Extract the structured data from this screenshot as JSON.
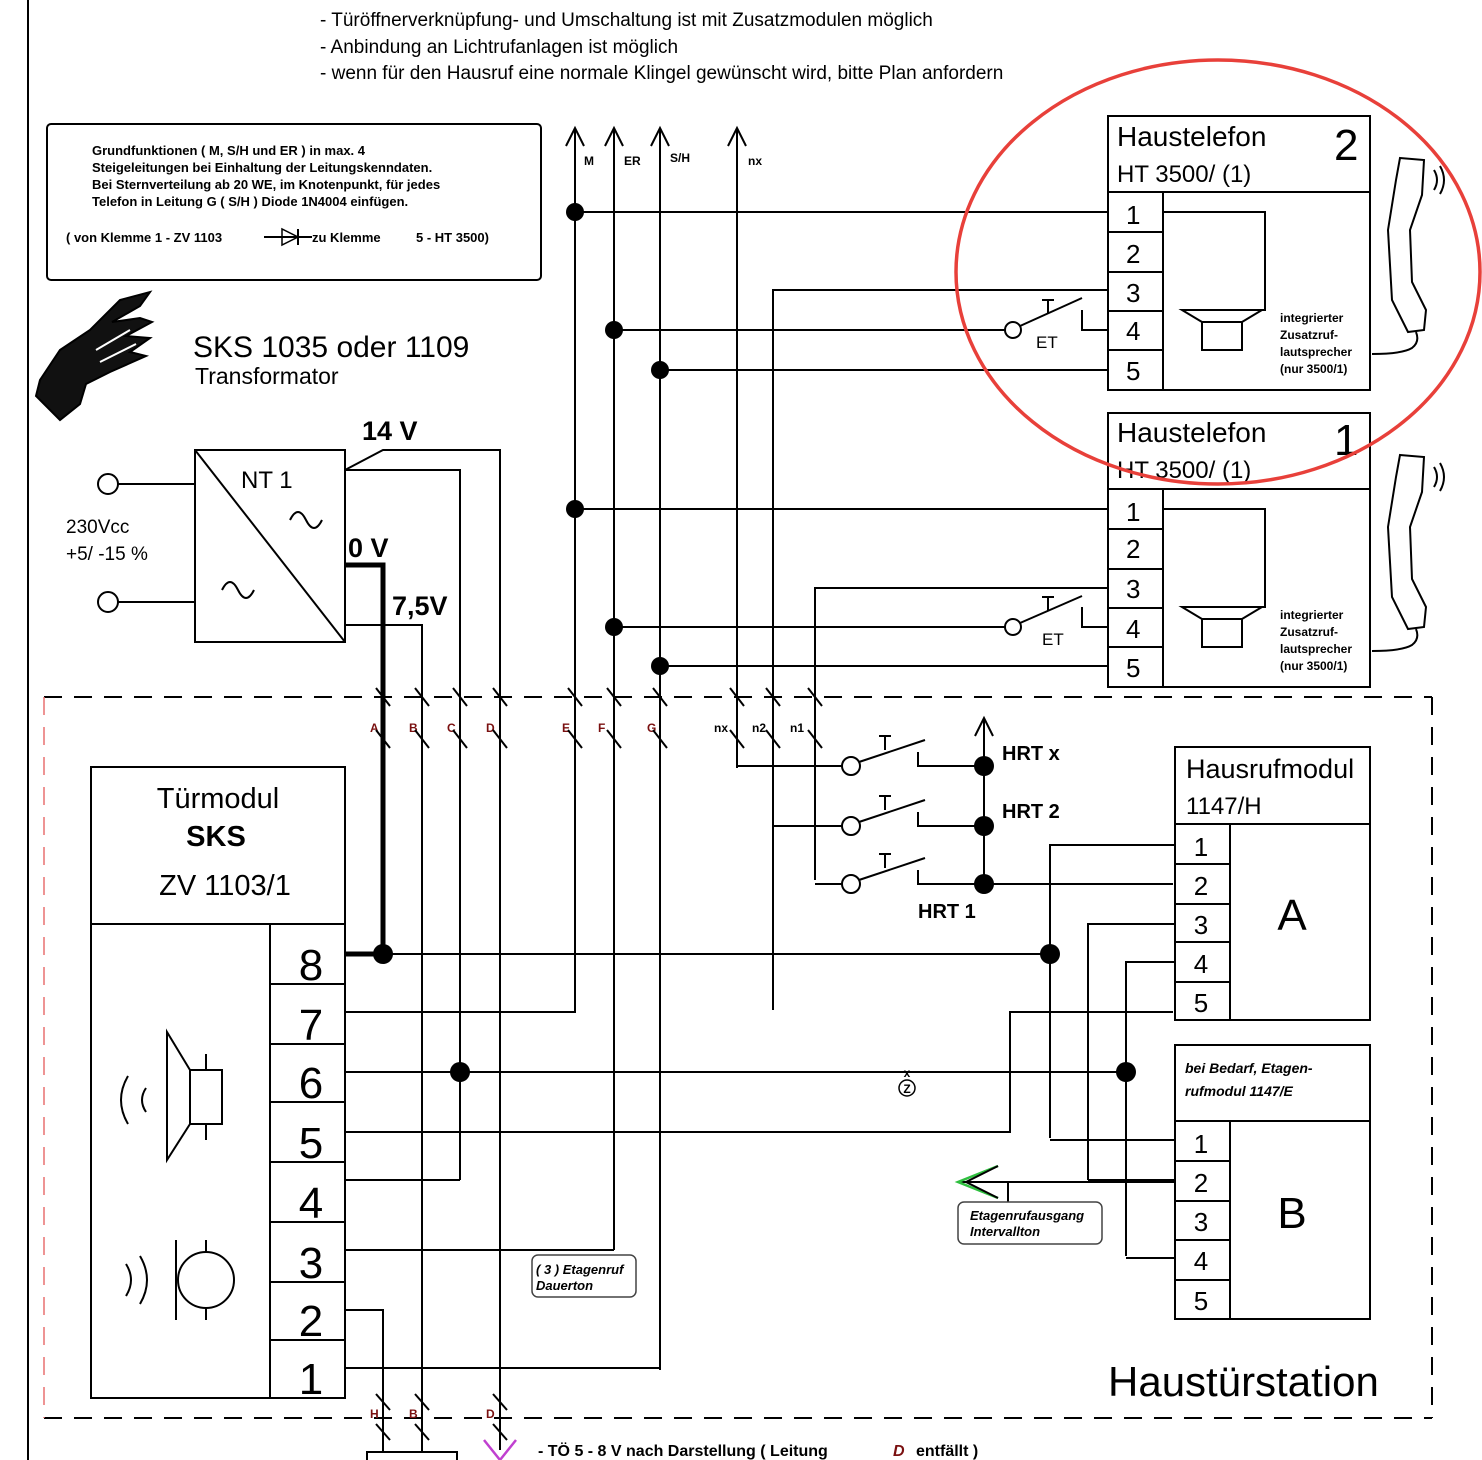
{
  "notes": [
    "- Türöffnerverknüpfung-  und Umschaltung ist mit Zusatzmodulen  möglich",
    "- Anbindung an Lichtrufanlagen ist möglich",
    "- wenn für den Hausruf eine normale Klingel gewünscht wird, bitte Plan anfordern"
  ],
  "info_box": {
    "lines": [
      "Grundfunktionen ( M, S/H und ER ) in max. 4",
      "Steigeleitungen bei Einhaltung der Leitungskenndaten.",
      "Bei Sternverteilung ab 20 WE, im Knotenpunkt, für jedes",
      "Telefon in Leitung G ( S/H ) Diode 1N4004 einfügen."
    ],
    "diode_left": "( von Klemme    1 - ZV 1103",
    "diode_right": "zu Klemme",
    "diode_end": "5 - HT 3500)"
  },
  "transformer": {
    "title": "SKS  1035 oder 1109",
    "subtitle": "Transformator",
    "label": "NT 1",
    "mains_1": "230Vcc",
    "mains_2": "+5/ -15 %",
    "v14": "14 V",
    "v0": "0 V",
    "v75": "7,5V"
  },
  "bus": {
    "top_labels": [
      "M",
      "ER",
      "S/H",
      "nx"
    ],
    "letters": [
      "A",
      "B",
      "C",
      "D",
      "E",
      "F",
      "G",
      "nx",
      "n2",
      "n1"
    ],
    "bottom_letters": [
      "H",
      "B",
      "D"
    ]
  },
  "telefon2": {
    "title": "Haustelefon",
    "model": "HT 3500/ (1)",
    "number": "2",
    "terminals": [
      "1",
      "2",
      "3",
      "4",
      "5"
    ],
    "speaker_note": [
      "integrierter",
      "Zusatzruf-",
      "lautsprecher",
      "(nur 3500/1)"
    ],
    "button": "ET"
  },
  "telefon1": {
    "title": "Haustelefon",
    "model": "HT 3500/ (1)",
    "number": "1",
    "terminals": [
      "1",
      "2",
      "3",
      "4",
      "5"
    ],
    "speaker_note": [
      "integrierter",
      "Zusatzruf-",
      "lautsprecher",
      "(nur 3500/1)"
    ],
    "button": "ET"
  },
  "doormodule": {
    "title": "Türmodul",
    "brand": "SKS",
    "model": "ZV 1103/1",
    "terminals": [
      "8",
      "7",
      "6",
      "5",
      "4",
      "3",
      "2",
      "1"
    ]
  },
  "hrt": {
    "labels": [
      "HRT x",
      "HRT 2",
      "HRT 1"
    ]
  },
  "hausrufmodul": {
    "title": "Hausrufmodul",
    "model": "1147/H",
    "letter": "A",
    "terminals": [
      "1",
      "2",
      "3",
      "4",
      "5"
    ]
  },
  "etagenmodul": {
    "title_1": "bei Bedarf, Etagen-",
    "title_2": "rufmodul  1147/E",
    "letter": "B",
    "terminals": [
      "1",
      "2",
      "3",
      "4",
      "5"
    ]
  },
  "etagenruf_out": [
    "Etagenrufausgang",
    "Intervallton"
  ],
  "etagenruf_dauer": [
    "( 3 ) Etagenruf",
    "Dauerton"
  ],
  "z_mark": "x",
  "station": "Haustürstation",
  "bottom_note": {
    "text": "- TÖ 5 - 8 V    nach Darstellung ( Leitung",
    "letter": "D",
    "end": "entfällt )"
  },
  "colors": {
    "highlight_circle": "#e8403a",
    "station_border_left": "#e87070",
    "arrow_green": "#2fbf3f",
    "arrow_magenta": "#c040d0"
  }
}
